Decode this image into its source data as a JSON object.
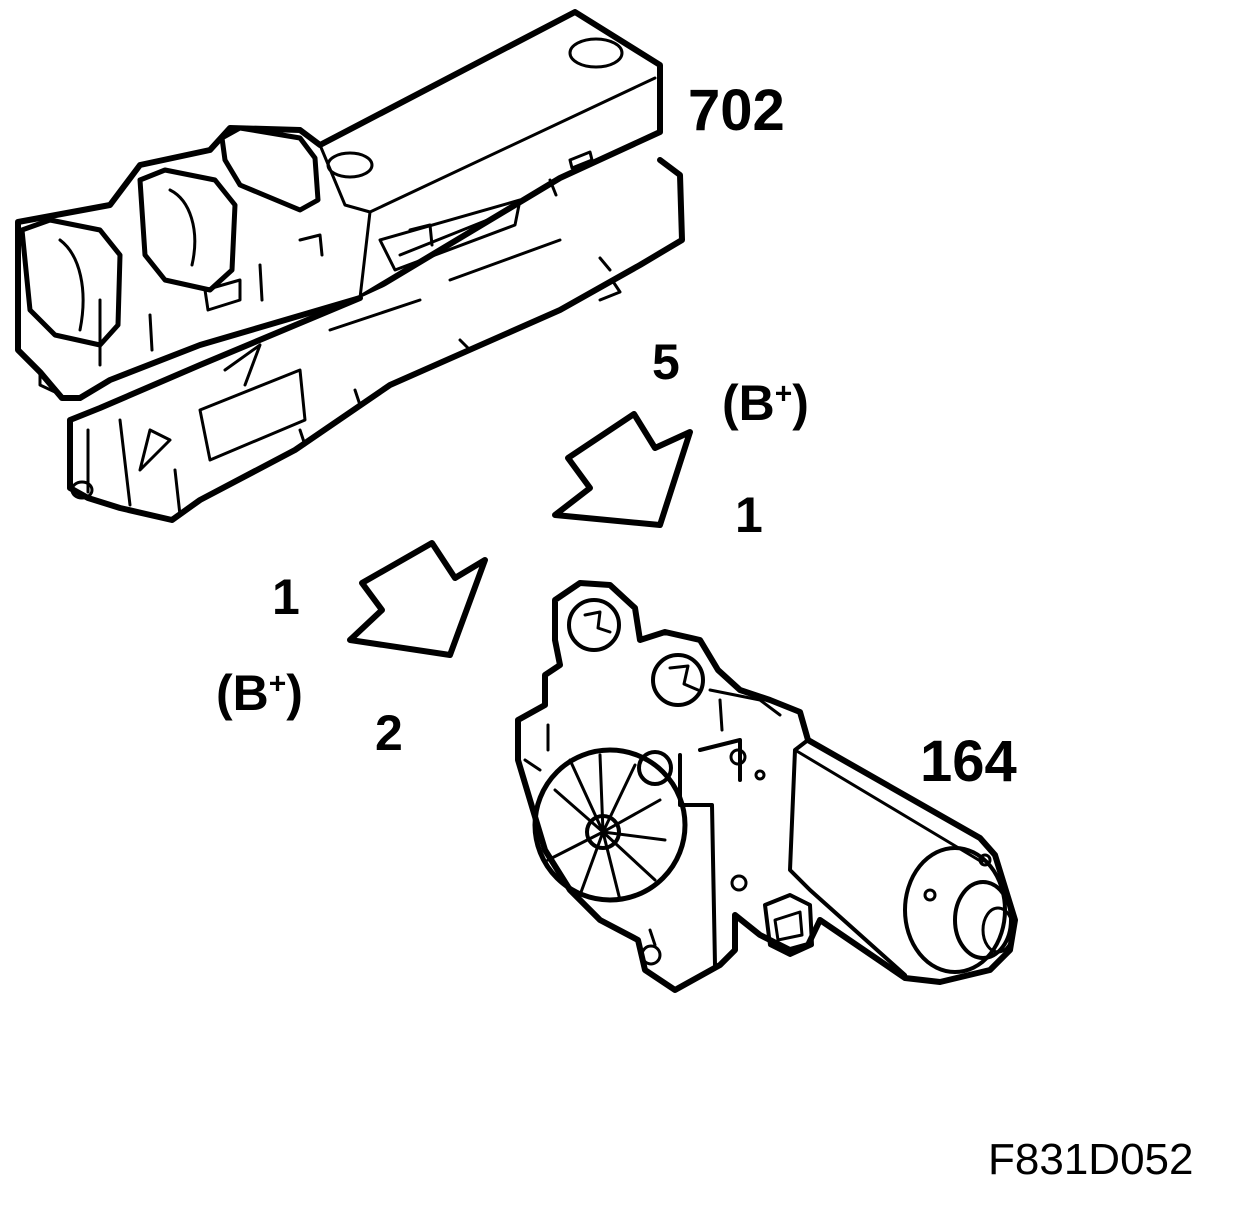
{
  "components": {
    "switch": {
      "number": "702"
    },
    "motor": {
      "number": "164"
    }
  },
  "connections": {
    "upper": {
      "from_pin": "5",
      "signal": "B",
      "signal_sup": "+",
      "to_pin": "1"
    },
    "lower": {
      "from_pin": "1",
      "signal": "B",
      "signal_sup": "+",
      "to_pin": "2"
    }
  },
  "figure_code": "F831D052"
}
